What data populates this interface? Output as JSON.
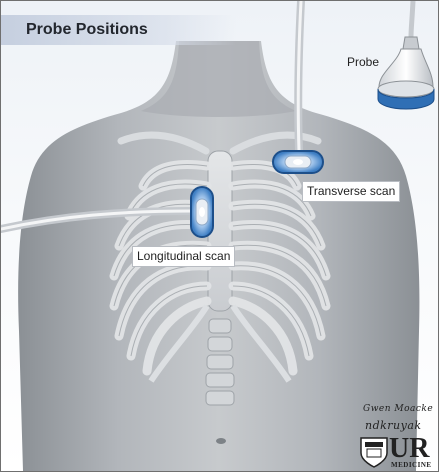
{
  "title": "Probe Positions",
  "labels": {
    "probe": "Probe",
    "transverse": "Transverse scan",
    "longitudinal": "Longitudinal scan"
  },
  "signature": {
    "line1": "Gwen Moacke",
    "line2": "ndkruyak"
  },
  "logo": {
    "big": "UR",
    "small": "MEDICINE"
  },
  "colors": {
    "probe_blue": "#2f6fb5",
    "body_gray": "#9aa0a6"
  }
}
